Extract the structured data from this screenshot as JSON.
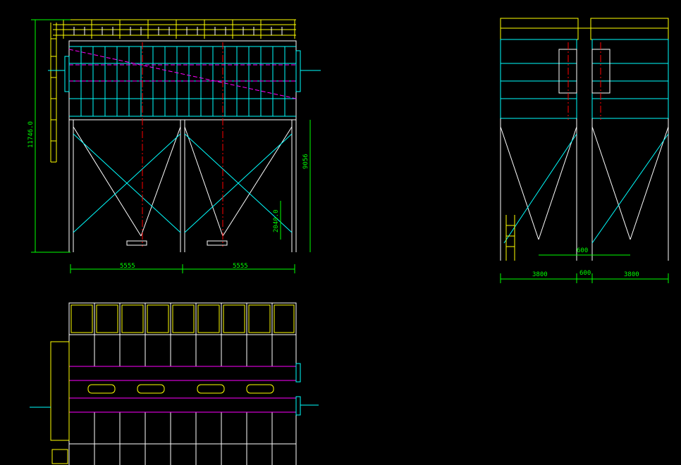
{
  "colors": {
    "background": "#000000",
    "frame": "#ffffff",
    "bags": "#00ffff",
    "guard": "#ffff00",
    "axis": "#ff0000",
    "dimension": "#00ff00",
    "gas_flow": "#ff00ff",
    "pulse_valve": "#ff4040"
  },
  "front_elevation": {
    "overall_height_dim": "11746.0",
    "leg_height_dim": "9056",
    "hopper_outlet_dim": "2040.0",
    "bay_width_dims": [
      "5555",
      "5555"
    ]
  },
  "side_elevation": {
    "width_dims": [
      "3800",
      "600",
      "3800"
    ],
    "outlet_dim": "600"
  },
  "plan_view": {
    "cells_per_row": 9
  }
}
